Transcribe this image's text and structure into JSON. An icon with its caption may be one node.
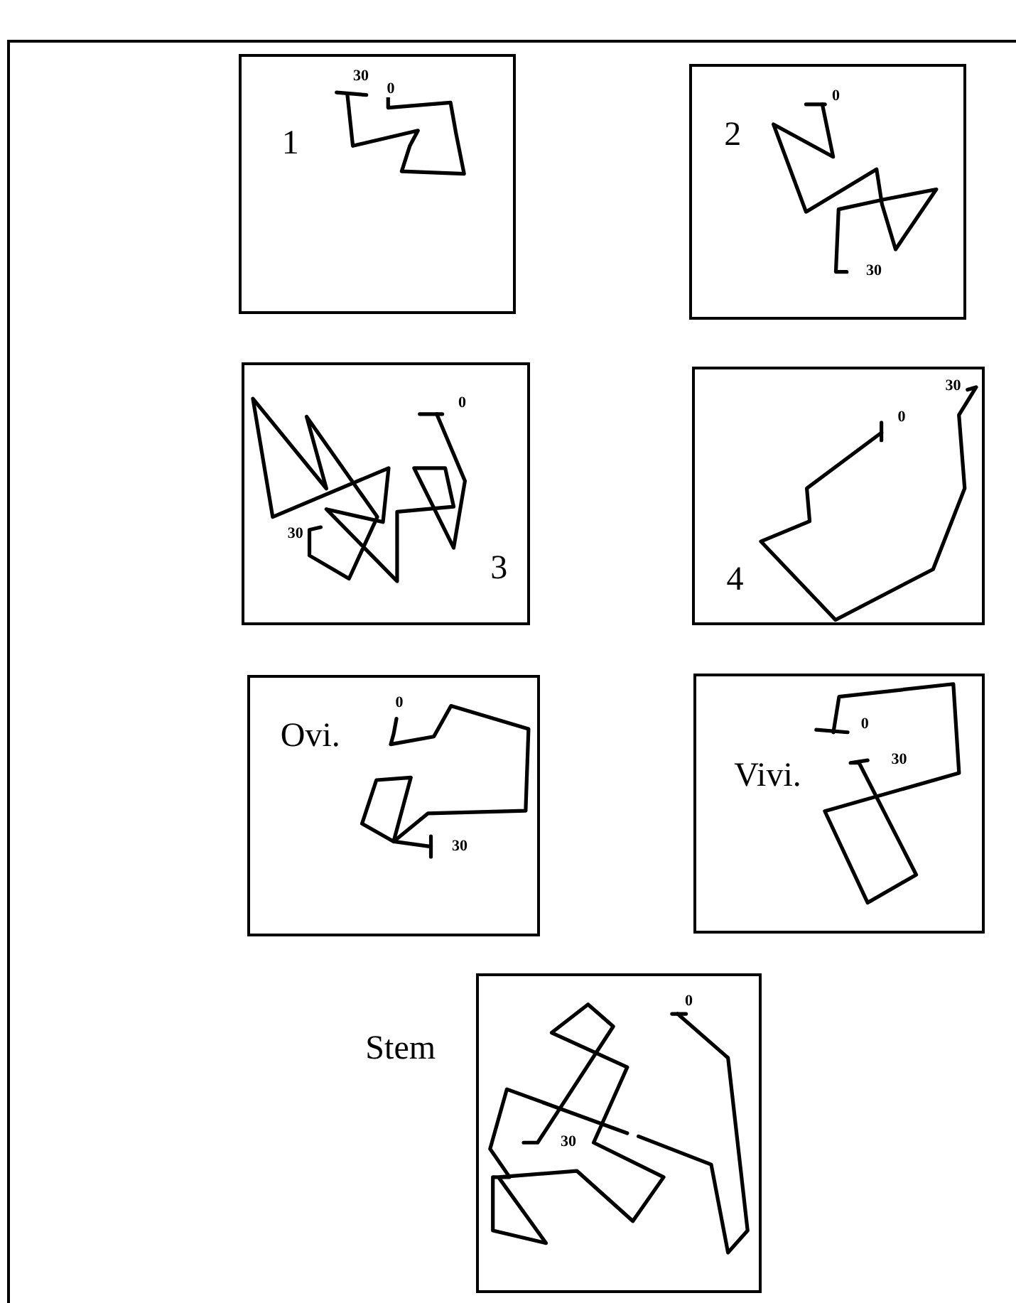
{
  "diagram": {
    "nodes": [
      {
        "text": [
          "1",
          "0",
          "30"
        ]
      },
      {
        "text": [
          "2",
          "0",
          "30"
        ]
      },
      {
        "text": [
          "3",
          "0",
          "30"
        ]
      },
      {
        "text": [
          "4",
          "0",
          "30"
        ]
      },
      {
        "text": [
          "Ovi.",
          "0",
          "30"
        ]
      },
      {
        "text": [
          "Vivi.",
          "0",
          "30"
        ]
      },
      {
        "text": [
          "Stem",
          "0",
          "30"
        ]
      }
    ]
  }
}
